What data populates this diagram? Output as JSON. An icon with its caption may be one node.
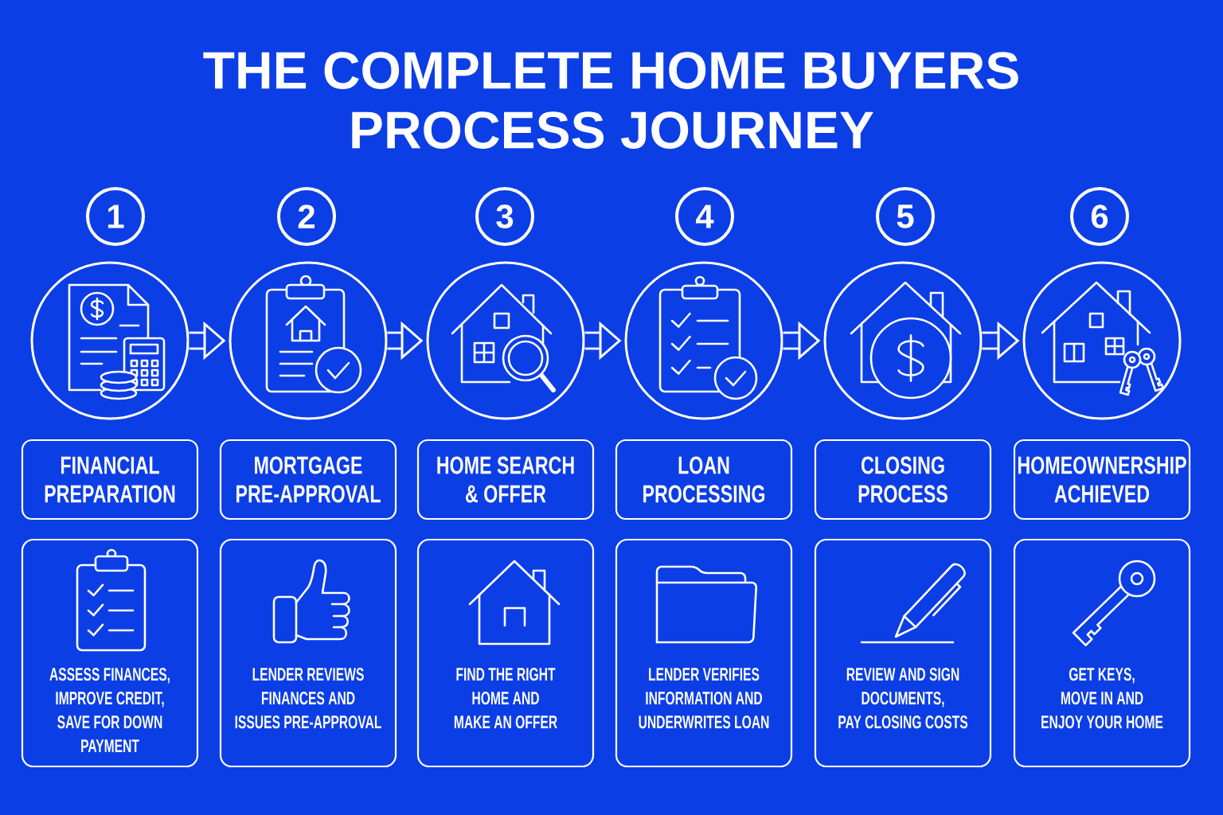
{
  "diagram": {
    "title": "THE COMPLETE HOME BUYERS PROCESS JOURNEY",
    "nodes": [
      {
        "text": [
          "1"
        ]
      },
      {
        "text": [
          "2"
        ]
      },
      {
        "text": [
          "3"
        ]
      },
      {
        "text": [
          "4"
        ]
      },
      {
        "text": [
          "5"
        ]
      },
      {
        "text": [
          "6"
        ]
      },
      {
        "text": [],
        "shape": "circle"
      },
      {
        "text": [],
        "shape": "circle"
      },
      {
        "text": [],
        "shape": "circle"
      },
      {
        "text": [],
        "shape": "circle"
      },
      {
        "text": [],
        "shape": "circle"
      },
      {
        "text": [],
        "shape": "circle"
      },
      {
        "text": [
          "FINANCIAL PREPARATION"
        ]
      },
      {
        "text": [
          "MORTGAGE PRE-APPROVAL"
        ]
      },
      {
        "text": [
          "HOME SEARCH & OFFER"
        ]
      },
      {
        "text": [
          "LOAN PROCESSING"
        ]
      },
      {
        "text": [
          "CLOSING PROCESS"
        ]
      },
      {
        "text": [
          "HOMEOWNERSHIP ACHIEVED"
        ]
      },
      {
        "text": [
          "ASSESS FINANCES, IMPROVE CREDIT, SAVE FOR DOWN PAYMENT"
        ]
      },
      {
        "text": [
          "LENDER REVIEWS FINANCES AND ISSUES PRE-APPROVAL"
        ]
      },
      {
        "text": [
          "FIND THE RIGHT HOME AND MAKE AN OFFER"
        ]
      },
      {
        "text": [
          "LENDER VERIFIES INFORMATION AND UNDERWRITES LOAN"
        ]
      },
      {
        "text": [
          "REVIEW AND SIGN DOCUMENTS, PAY CLOSING COSTS"
        ]
      },
      {
        "text": [
          "GET KEYS, MOVE IN AND ENJOY YOUR HOME"
        ]
      }
    ],
    "edges": [
      {
        "from": 6,
        "to": 7,
        "arrow": "to"
      },
      {
        "from": 7,
        "to": 8,
        "arrow": "to"
      },
      {
        "from": 8,
        "to": 9,
        "arrow": "to"
      },
      {
        "from": 9,
        "to": 10,
        "arrow": "to"
      },
      {
        "from": 10,
        "to": 11,
        "arrow": "to"
      }
    ]
  }
}
